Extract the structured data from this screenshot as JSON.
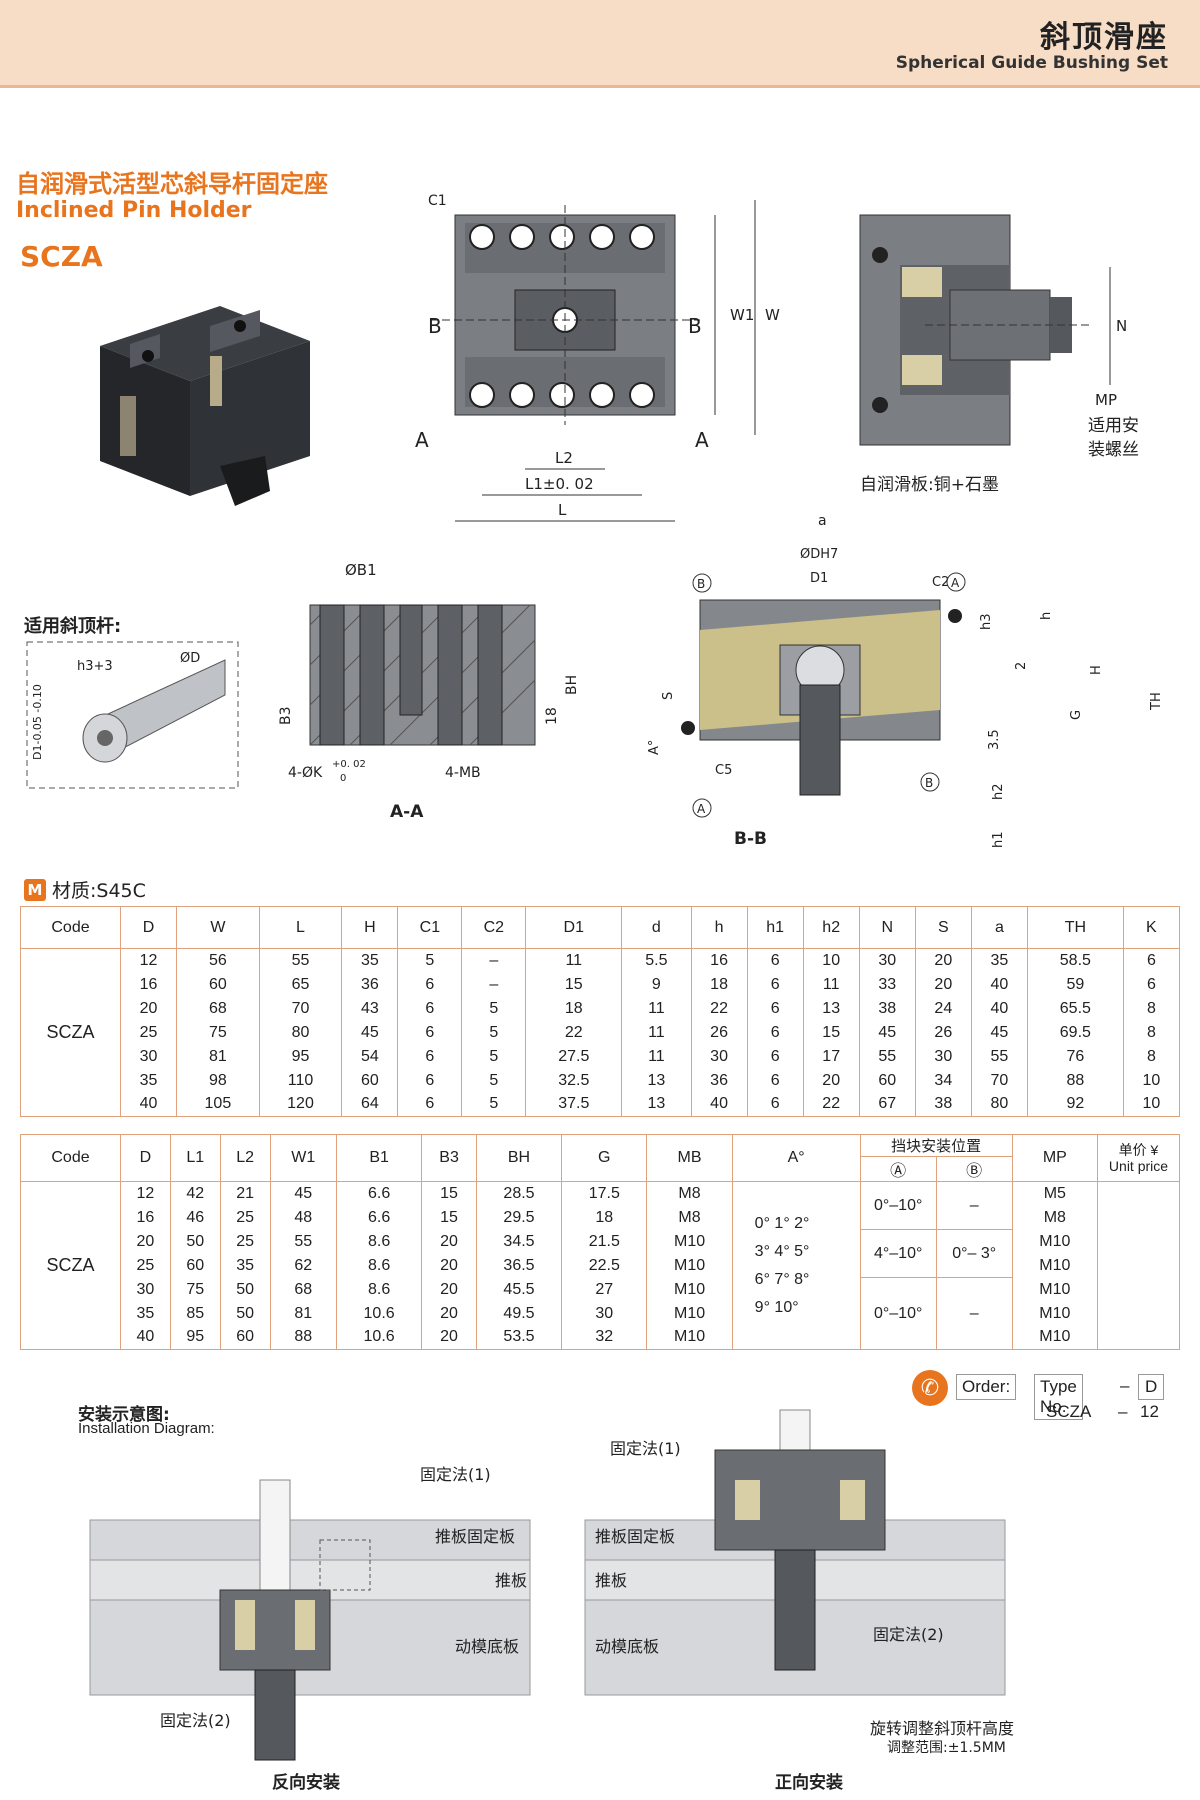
{
  "header": {
    "title_cn": "斜顶滑座",
    "title_en": "Spherical Guide Bushing Set"
  },
  "product": {
    "title_cn": "自润滑式活型芯斜导杆固定座",
    "title_en": "Inclined Pin Holder",
    "code": "SCZA"
  },
  "drawings": {
    "top_view": {
      "c1": "C1",
      "w1": "W1",
      "w": "W",
      "b_left": "B",
      "b_right": "B",
      "a_left": "A",
      "a_right": "A",
      "l2": "L2",
      "l1": "L1±0. 02",
      "l": "L"
    },
    "side_view": {
      "n": "N",
      "mp": "MP",
      "mp_note_1": "适用安",
      "mp_note_2": "装螺丝",
      "plate_note": "自润滑板:铜+石墨"
    },
    "pin": {
      "h3": "h3+3",
      "od": "ØD",
      "d1": "D1-0.05 -0.10"
    },
    "section_aa": {
      "b1": "ØB1",
      "b3": "B3",
      "v18": "18",
      "bh": "BH",
      "k": "4-ØK",
      "k_tol_upper": "+0. 02",
      "k_tol_lower": "0",
      "mb": "4-MB",
      "caption": "A-A"
    },
    "section_bb": {
      "a": "a",
      "odh7": "ØDH7",
      "d1": "D1",
      "c2": "C2",
      "circle_a": "A",
      "circle_b": "B",
      "h3": "h3",
      "h": "h",
      "s": "S",
      "two": "2",
      "h_big": "H",
      "th": "TH",
      "a_deg": "A°",
      "g": "G",
      "v35": "3.5",
      "c5": "C5",
      "h2": "h2",
      "h1": "h1",
      "caption": "B-B"
    }
  },
  "applicable_pin_label": "适用斜顶杆:",
  "material": {
    "badge": "M",
    "text": "材质:S45C"
  },
  "table1": {
    "headers": [
      "Code",
      "D",
      "W",
      "L",
      "H",
      "C1",
      "C2",
      "D1",
      "d",
      "h",
      "h1",
      "h2",
      "N",
      "S",
      "a",
      "TH",
      "K"
    ],
    "code": "SCZA",
    "rows": [
      [
        "12",
        "56",
        "55",
        "35",
        "5",
        "–",
        "11",
        "5.5",
        "16",
        "6",
        "10",
        "30",
        "20",
        "35",
        "58.5",
        "6"
      ],
      [
        "16",
        "60",
        "65",
        "36",
        "6",
        "–",
        "15",
        "9",
        "18",
        "6",
        "11",
        "33",
        "20",
        "40",
        "59",
        "6"
      ],
      [
        "20",
        "68",
        "70",
        "43",
        "6",
        "5",
        "18",
        "11",
        "22",
        "6",
        "13",
        "38",
        "24",
        "40",
        "65.5",
        "8"
      ],
      [
        "25",
        "75",
        "80",
        "45",
        "6",
        "5",
        "22",
        "11",
        "26",
        "6",
        "15",
        "45",
        "26",
        "45",
        "69.5",
        "8"
      ],
      [
        "30",
        "81",
        "95",
        "54",
        "6",
        "5",
        "27.5",
        "11",
        "30",
        "6",
        "17",
        "55",
        "30",
        "55",
        "76",
        "8"
      ],
      [
        "35",
        "98",
        "110",
        "60",
        "6",
        "5",
        "32.5",
        "13",
        "36",
        "6",
        "20",
        "60",
        "34",
        "70",
        "88",
        "10"
      ],
      [
        "40",
        "105",
        "120",
        "64",
        "6",
        "5",
        "37.5",
        "13",
        "40",
        "6",
        "22",
        "67",
        "38",
        "80",
        "92",
        "10"
      ]
    ]
  },
  "table2": {
    "headers": [
      "Code",
      "D",
      "L1",
      "L2",
      "W1",
      "B1",
      "B3",
      "BH",
      "G",
      "MB",
      "A°"
    ],
    "stop_header": "挡块安装位置",
    "stop_a": "Ⓐ",
    "stop_b": "Ⓑ",
    "mp_header": "MP",
    "price_header_cn": "单价 ¥",
    "price_header_en": "Unit price",
    "code": "SCZA",
    "rows": [
      [
        "12",
        "42",
        "21",
        "45",
        "6.6",
        "15",
        "28.5",
        "17.5",
        "M8"
      ],
      [
        "16",
        "46",
        "25",
        "48",
        "6.6",
        "15",
        "29.5",
        "18",
        "M8"
      ],
      [
        "20",
        "50",
        "25",
        "55",
        "8.6",
        "20",
        "34.5",
        "21.5",
        "M10"
      ],
      [
        "25",
        "60",
        "35",
        "62",
        "8.6",
        "20",
        "36.5",
        "22.5",
        "M10"
      ],
      [
        "30",
        "75",
        "50",
        "68",
        "8.6",
        "20",
        "45.5",
        "27",
        "M10"
      ],
      [
        "35",
        "85",
        "50",
        "81",
        "10.6",
        "20",
        "49.5",
        "30",
        "M10"
      ],
      [
        "40",
        "95",
        "60",
        "88",
        "10.6",
        "20",
        "53.5",
        "32",
        "M10"
      ]
    ],
    "angles": [
      "0°  1°  2°",
      "3°  4°  5°",
      "6°  7°  8°",
      "9°  10°"
    ],
    "stop_groups": [
      {
        "a": "0°–10°",
        "b": "–"
      },
      {
        "a": "4°–10°",
        "b": "0°– 3°"
      },
      {
        "a": "0°–10°",
        "b": "–"
      }
    ],
    "mp": [
      "M5",
      "M8",
      "M10",
      "M10",
      "M10",
      "M10",
      "M10"
    ]
  },
  "order": {
    "label": "Order:",
    "type_no": "Type No.",
    "dash": "–",
    "d": "D",
    "example_code": "SCZA",
    "example_dash": "–",
    "example_d": "12"
  },
  "installation": {
    "title_cn": "安装示意图:",
    "title_en": "Installation Diagram:",
    "left": {
      "fix1": "固定法(1)",
      "plate1": "推板固定板",
      "plate2": "推板",
      "plate3": "动模底板",
      "fix2": "固定法(2)",
      "caption": "反向安装"
    },
    "right": {
      "fix1": "固定法(1)",
      "plate1": "推板固定板",
      "plate2": "推板",
      "plate3": "动模底板",
      "fix2": "固定法(2)",
      "note1": "旋转调整斜顶杆高度",
      "note2": "调整范围:±1.5MM",
      "caption": "正向安装"
    }
  }
}
